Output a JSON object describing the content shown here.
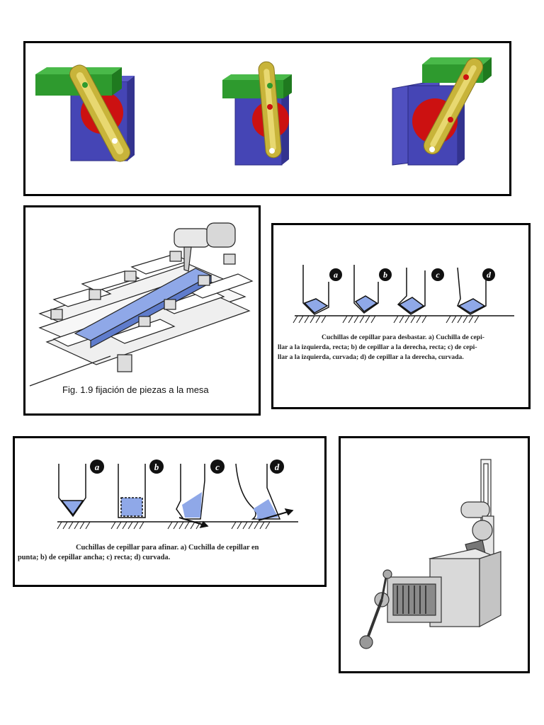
{
  "figures": {
    "clamp_sequence": {
      "label": ""
    },
    "fig_1_9": {
      "caption": "Fig. 1.9 fijación de piezas a la mesa"
    },
    "roughing_tools": {
      "labels": [
        "a",
        "b",
        "c",
        "d"
      ],
      "caption_lines": [
        "Cuchillas de cepillar para desbastar. a) Cuchilla de cepi-",
        "llar a la izquierda, recta; b) de cepillar a la derecha, recta; c) de cepi-",
        "llar a la izquierda, curvada; d) de cepillar a la derecha, curvada."
      ]
    },
    "finishing_tools": {
      "labels": [
        "a",
        "b",
        "c",
        "d"
      ],
      "caption_lines": [
        "Cuchillas de cepillar para afinar. a) Cuchilla de cepillar en",
        "punta; b) de cepillar ancha; c) recta; d) curvada."
      ]
    },
    "vise_machine": {
      "label": ""
    }
  },
  "colors": {
    "green": "#2e9a2e",
    "blue": "#4545b5",
    "red": "#cc1111",
    "gold": "#c8b43a",
    "tool_fill": "#8fa8e8"
  }
}
